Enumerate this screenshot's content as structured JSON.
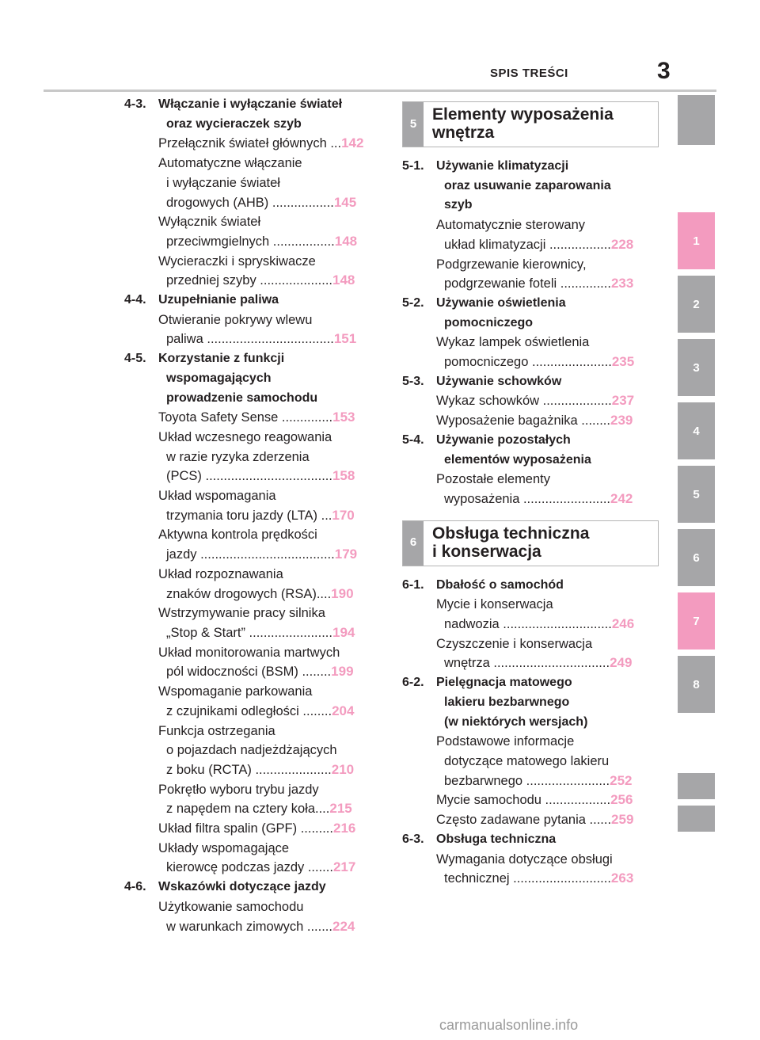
{
  "header": {
    "title": "SPIS TREŚCI",
    "page_number": "3"
  },
  "side_tabs": [
    "1",
    "2",
    "3",
    "4",
    "5",
    "6",
    "7",
    "8"
  ],
  "left": [
    {
      "code": "4-3.",
      "lines": [
        "Włączanie i wyłączanie świateł",
        "oraz wycieraczek szyb"
      ],
      "entries": [
        {
          "lines": [
            "Przełącznik świateł głównych ..."
          ],
          "page": "142"
        },
        {
          "lines": [
            "Automatyczne włączanie",
            "i wyłączanie świateł",
            "drogowych (AHB) ................."
          ],
          "page": "145"
        },
        {
          "lines": [
            "Wyłącznik świateł",
            "przeciwmgielnych ................."
          ],
          "page": "148"
        },
        {
          "lines": [
            "Wycieraczki i spryskiwacze",
            "przedniej szyby ...................."
          ],
          "page": "148"
        }
      ]
    },
    {
      "code": "4-4.",
      "lines": [
        "Uzupełnianie paliwa"
      ],
      "entries": [
        {
          "lines": [
            "Otwieranie pokrywy wlewu",
            "paliwa ..................................."
          ],
          "page": "151"
        }
      ]
    },
    {
      "code": "4-5.",
      "lines": [
        "Korzystanie z funkcji",
        "wspomagających",
        "prowadzenie samochodu"
      ],
      "entries": [
        {
          "lines": [
            "Toyota Safety Sense .............."
          ],
          "page": "153"
        },
        {
          "lines": [
            "Układ wczesnego reagowania",
            "w razie ryzyka zderzenia",
            "(PCS) ..................................."
          ],
          "page": "158"
        },
        {
          "lines": [
            "Układ wspomagania",
            "trzymania toru jazdy (LTA) ..."
          ],
          "page": "170"
        },
        {
          "lines": [
            "Aktywna kontrola prędkości",
            "jazdy ....................................."
          ],
          "page": "179"
        },
        {
          "lines": [
            "Układ rozpoznawania",
            "znaków drogowych (RSA)...."
          ],
          "page": "190"
        },
        {
          "lines": [
            "Wstrzymywanie pracy silnika",
            "„Stop & Start” ......................."
          ],
          "page": "194"
        },
        {
          "lines": [
            "Układ monitorowania martwych",
            "pól widoczności (BSM) ........"
          ],
          "page": "199"
        },
        {
          "lines": [
            "Wspomaganie parkowania",
            "z czujnikami odległości ........"
          ],
          "page": "204"
        },
        {
          "lines": [
            "Funkcja ostrzegania",
            "o pojazdach nadjeżdżających",
            "z boku (RCTA) ....................."
          ],
          "page": "210"
        },
        {
          "lines": [
            "Pokrętło wyboru trybu jazdy",
            "z napędem na cztery koła...."
          ],
          "page": "215"
        },
        {
          "lines": [
            "Układ filtra spalin (GPF) ........."
          ],
          "page": "216"
        },
        {
          "lines": [
            "Układy wspomagające",
            "kierowcę podczas jazdy ......."
          ],
          "page": "217"
        }
      ]
    },
    {
      "code": "4-6.",
      "lines": [
        "Wskazówki dotyczące jazdy"
      ],
      "entries": [
        {
          "lines": [
            "Użytkowanie samochodu",
            "w warunkach zimowych ......."
          ],
          "page": "224"
        }
      ]
    }
  ],
  "chapter5": {
    "number": "5",
    "title_lines": [
      "Elementy wyposażenia",
      "wnętrza"
    ]
  },
  "right5": [
    {
      "code": "5-1.",
      "lines": [
        "Używanie klimatyzacji",
        "oraz usuwanie zaparowania",
        "szyb"
      ],
      "entries": [
        {
          "lines": [
            "Automatycznie sterowany",
            "układ klimatyzacji ................."
          ],
          "page": "228"
        },
        {
          "lines": [
            "Podgrzewanie kierownicy,",
            "podgrzewanie foteli .............."
          ],
          "page": "233"
        }
      ]
    },
    {
      "code": "5-2.",
      "lines": [
        "Używanie oświetlenia",
        "pomocniczego"
      ],
      "entries": [
        {
          "lines": [
            "Wykaz lampek oświetlenia",
            "pomocniczego ......................"
          ],
          "page": "235"
        }
      ]
    },
    {
      "code": "5-3.",
      "lines": [
        "Używanie schowków"
      ],
      "entries": [
        {
          "lines": [
            "Wykaz schowków ..................."
          ],
          "page": "237"
        },
        {
          "lines": [
            "Wyposażenie bagażnika ........"
          ],
          "page": "239"
        }
      ]
    },
    {
      "code": "5-4.",
      "lines": [
        "Używanie pozostałych",
        "elementów wyposażenia"
      ],
      "entries": [
        {
          "lines": [
            "Pozostałe elementy",
            "wyposażenia ........................"
          ],
          "page": "242"
        }
      ]
    }
  ],
  "chapter6": {
    "number": "6",
    "title_lines": [
      "Obsługa techniczna",
      "i konserwacja"
    ]
  },
  "right6": [
    {
      "code": "6-1.",
      "lines": [
        "Dbałość o samochód"
      ],
      "entries": [
        {
          "lines": [
            "Mycie i konserwacja",
            "nadwozia .............................."
          ],
          "page": "246"
        },
        {
          "lines": [
            "Czyszczenie i konserwacja",
            "wnętrza ................................"
          ],
          "page": "249"
        }
      ]
    },
    {
      "code": "6-2.",
      "lines": [
        "Pielęgnacja matowego",
        "lakieru bezbarwnego",
        "(w niektórych wersjach)"
      ],
      "entries": [
        {
          "lines": [
            "Podstawowe informacje",
            "dotyczące matowego lakieru",
            "bezbarwnego ......................."
          ],
          "page": "252"
        },
        {
          "lines": [
            "Mycie samochodu .................."
          ],
          "page": "256"
        },
        {
          "lines": [
            "Często zadawane pytania ......"
          ],
          "page": "259"
        }
      ]
    },
    {
      "code": "6-3.",
      "lines": [
        "Obsługa techniczna"
      ],
      "entries": [
        {
          "lines": [
            "Wymagania dotyczące obsługi",
            "technicznej ..........................."
          ],
          "page": "263"
        }
      ]
    }
  ],
  "footer": {
    "text": "carmanualsonline.info"
  }
}
